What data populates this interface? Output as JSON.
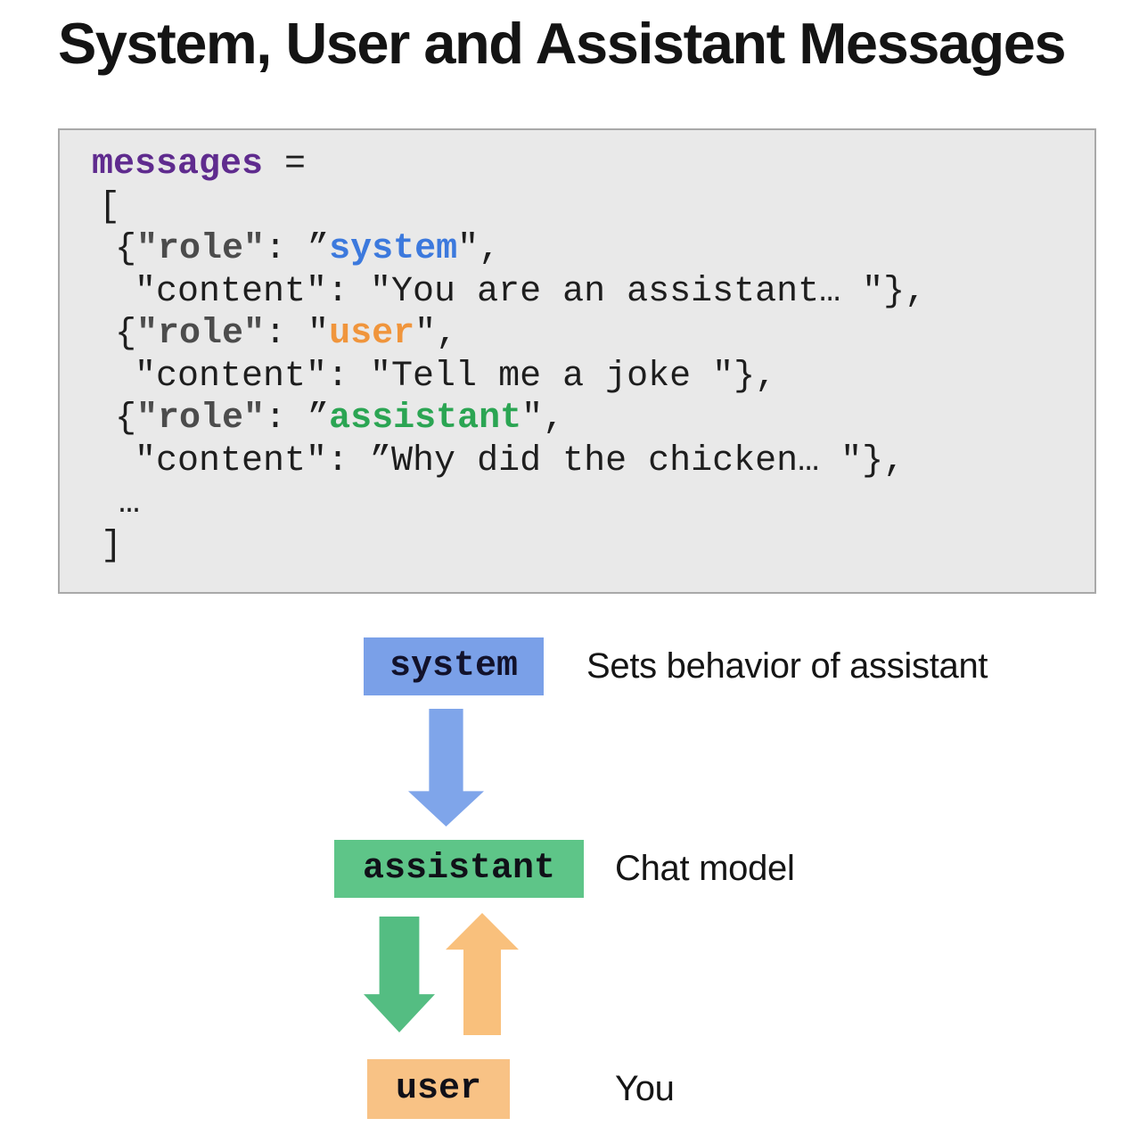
{
  "title": "System, User and Assistant Messages",
  "colors": {
    "ink": "#1e1e1e",
    "code_bg": "#e9e9e9",
    "code_border": "#a9a9a9",
    "purple": "#5f2b8e",
    "key_gray": "#4c4c4c",
    "system_blue": "#3c79dd",
    "user_orange": "#f0953c",
    "assistant_green": "#2ba553",
    "system_box": "#7aa0e8",
    "blue_arrow": "#7fa5ea",
    "assistant_box": "#5ec588",
    "green_arrow": "#54bd82",
    "user_box": "#f8c285",
    "orange_arrow": "#f9c07c"
  },
  "code": {
    "lines": [
      {
        "indent": 0,
        "segments": [
          {
            "text": "messages",
            "color": "purple",
            "bold": true
          },
          {
            "text": " =",
            "color": "ink",
            "bold": false
          }
        ]
      },
      {
        "indent": 8,
        "segments": [
          {
            "text": "[",
            "color": "ink",
            "bold": false
          }
        ]
      },
      {
        "indent": 26,
        "segments": [
          {
            "text": "{",
            "color": "ink",
            "bold": false
          },
          {
            "text": "\"role\"",
            "color": "key_gray",
            "bold": true
          },
          {
            "text": ": ”",
            "color": "ink",
            "bold": false
          },
          {
            "text": "system",
            "color": "system_blue",
            "bold": true
          },
          {
            "text": "\",",
            "color": "ink",
            "bold": false
          }
        ]
      },
      {
        "indent": 48,
        "segments": [
          {
            "text": "\"content\": \"You are an assistant… \"},",
            "color": "ink",
            "bold": false
          }
        ]
      },
      {
        "indent": 26,
        "segments": [
          {
            "text": "{",
            "color": "ink",
            "bold": false
          },
          {
            "text": "\"role\"",
            "color": "key_gray",
            "bold": true
          },
          {
            "text": ": \"",
            "color": "ink",
            "bold": false
          },
          {
            "text": "user",
            "color": "user_orange",
            "bold": true
          },
          {
            "text": "\",",
            "color": "ink",
            "bold": false
          }
        ]
      },
      {
        "indent": 48,
        "segments": [
          {
            "text": "\"content\": \"Tell me a joke \"},",
            "color": "ink",
            "bold": false
          }
        ]
      },
      {
        "indent": 26,
        "segments": [
          {
            "text": "{",
            "color": "ink",
            "bold": false
          },
          {
            "text": "\"role\"",
            "color": "key_gray",
            "bold": true
          },
          {
            "text": ": ”",
            "color": "ink",
            "bold": false
          },
          {
            "text": "assistant",
            "color": "assistant_green",
            "bold": true
          },
          {
            "text": "\",",
            "color": "ink",
            "bold": false
          }
        ]
      },
      {
        "indent": 48,
        "segments": [
          {
            "text": "\"content\": ”Why did the chicken… \"},",
            "color": "ink",
            "bold": false
          }
        ]
      },
      {
        "indent": 30,
        "segments": [
          {
            "text": "…",
            "color": "ink",
            "bold": false
          }
        ]
      },
      {
        "indent": 10,
        "segments": [
          {
            "text": "]",
            "color": "ink",
            "bold": false
          }
        ]
      }
    ]
  },
  "diagram": {
    "system": {
      "box_label": "system",
      "description": "Sets behavior of assistant"
    },
    "assistant": {
      "box_label": "assistant",
      "description": "Chat model"
    },
    "user": {
      "box_label": "user",
      "description": "You"
    },
    "arrows": [
      {
        "name": "system-to-assistant",
        "direction": "down",
        "color": "#7fa5ea"
      },
      {
        "name": "assistant-to-user",
        "direction": "down",
        "color": "#54bd82"
      },
      {
        "name": "user-to-assistant",
        "direction": "up",
        "color": "#f9c07c"
      }
    ]
  }
}
